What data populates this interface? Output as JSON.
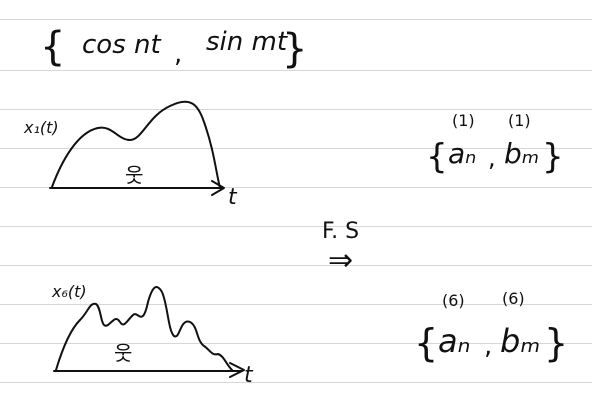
{
  "title_line": {
    "brace_open": "{",
    "term1": "cos nt",
    "comma": ",",
    "term2": "sin mt",
    "brace_close": "}"
  },
  "signal_1": {
    "label": "x₁(t)",
    "axis_label": "t",
    "region_label": "웃"
  },
  "signal_6": {
    "label": "x₆(t)",
    "axis_label": "t",
    "region_label": "웃"
  },
  "transform": {
    "label": "F. S",
    "arrow": "⇒"
  },
  "coeffs_1": {
    "brace_open": "{",
    "a": "aₙ",
    "comma": ",",
    "b": "bₘ",
    "brace_close": "}",
    "sup_a": "(1)",
    "sup_b": "(1)"
  },
  "coeffs_6": {
    "brace_open": "{",
    "a": "aₙ",
    "comma": ",",
    "b": "bₘ",
    "brace_close": "}",
    "sup_a": "(6)",
    "sup_b": "(6)"
  }
}
